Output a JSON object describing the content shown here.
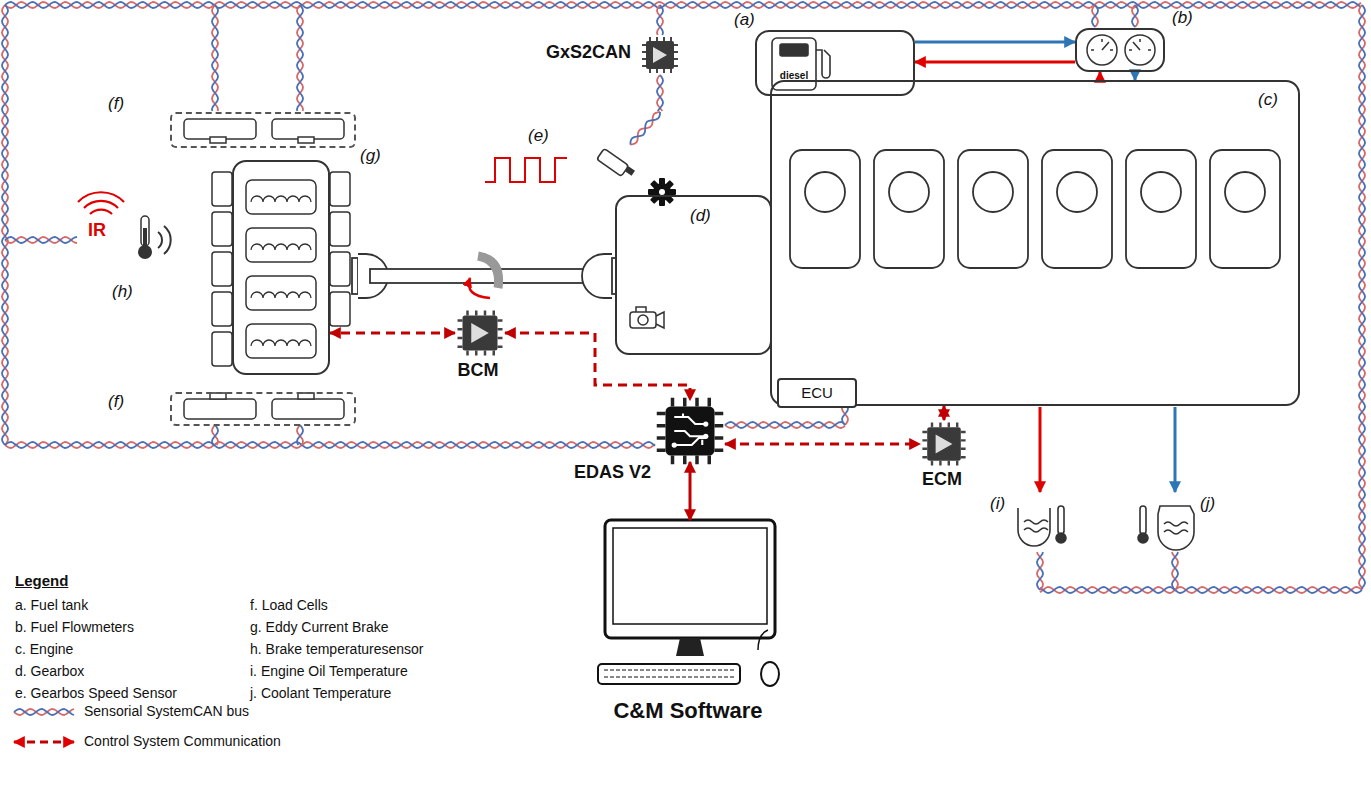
{
  "diagram": {
    "nodes": [
      {
        "text": [
          "(f)"
        ]
      },
      {
        "text": [
          "GxS2CAN"
        ]
      },
      {
        "text": [
          "(a)",
          "diesel"
        ]
      },
      {
        "text": [
          "(b)"
        ]
      },
      {
        "text": [
          "(c)"
        ]
      },
      {
        "text": [
          "(d)"
        ]
      },
      {
        "text": [
          "(g)"
        ]
      },
      {
        "text": [
          "(f)"
        ]
      },
      {
        "text": [
          "BCM"
        ]
      },
      {
        "text": [
          "ECU"
        ],
        "in": 4
      },
      {
        "text": [
          "EDAS V2"
        ]
      },
      {
        "text": [
          "ECM"
        ]
      },
      {
        "text": [
          "C&M Software"
        ]
      }
    ],
    "edges": [
      {
        "from": 2,
        "to": 3,
        "arrow": "to"
      },
      {
        "from": 3,
        "to": 2,
        "arrow": "to"
      },
      {
        "from": 3,
        "to": 4,
        "arrow": "to"
      },
      {
        "from": 4,
        "to": 3,
        "arrow": "to"
      },
      {
        "from": 8,
        "to": 6,
        "arrow": "both"
      },
      {
        "from": 8,
        "to": 10,
        "arrow": "both"
      },
      {
        "from": 10,
        "to": 11,
        "arrow": "both"
      },
      {
        "from": 11,
        "to": 4,
        "arrow": "both"
      },
      {
        "from": 10,
        "to": 12,
        "arrow": "both"
      }
    ],
    "labels": [
      "(e)",
      "IR",
      "(h)",
      "(i)",
      "(j)",
      "Legend"
    ],
    "legend": [
      {
        "text": "a. Fuel tank"
      },
      {
        "text": "b. Fuel Flowmeters"
      },
      {
        "text": "c. Engine"
      },
      {
        "text": "d. Gearbox"
      },
      {
        "text": "e. Gearbos Speed Sensor"
      },
      {
        "text": "f. Load Cells"
      },
      {
        "text": "g. Eddy Current Brake"
      },
      {
        "text": "h. Brake temperaturesensor"
      },
      {
        "text": "i. Engine Oil Temperature"
      },
      {
        "text": "j. Coolant Temperature"
      },
      {
        "text": "Sensorial SystemCAN bus"
      },
      {
        "text": "Control System Communication"
      }
    ]
  }
}
